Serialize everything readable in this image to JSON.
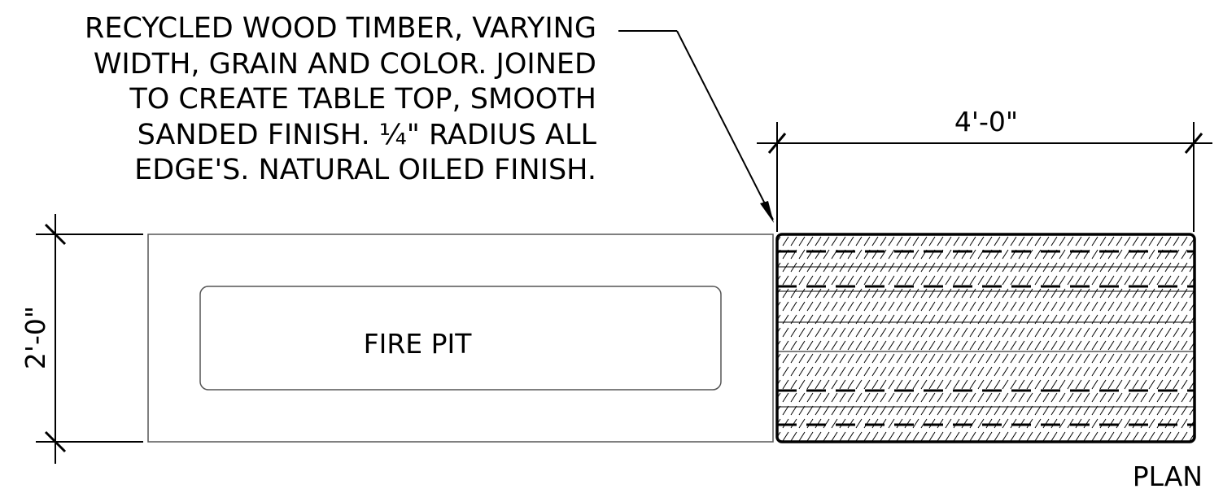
{
  "callout": {
    "lines": [
      "RECYCLED WOOD TIMBER, VARYING",
      "WIDTH, GRAIN AND COLOR.  JOINED",
      "TO CREATE TABLE TOP, SMOOTH",
      "SANDED  FINISH. ¼\" RADIUS ALL",
      "EDGE'S.  NATURAL OILED FINISH."
    ]
  },
  "dimensions": {
    "width_label": "4'-0\"",
    "height_label": "2'-0\""
  },
  "fire_pit_label": "FIRE PIT",
  "view_label": "PLAN"
}
